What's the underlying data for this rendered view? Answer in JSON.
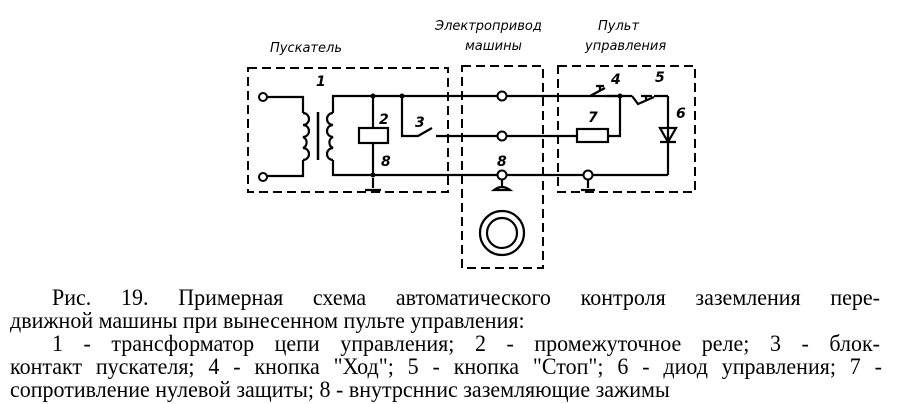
{
  "diagram": {
    "blocks": {
      "starter": "Пускатель",
      "drive_line1": "Электропривод",
      "drive_line2": "машины",
      "panel_line1": "Пульт",
      "panel_line2": "управления"
    },
    "labels": {
      "transformer": "1",
      "relay": "2",
      "contact": "3",
      "button_go": "4",
      "button_stop": "5",
      "diode": "6",
      "resistor": "7",
      "ground_left": "8",
      "ground_mid": "8"
    }
  },
  "caption": {
    "title_line1": "Рис. 19. Примерная схема автоматического контроля заземления пере-",
    "title_line2": "движной машины при вынесенном пульте управления:",
    "legend_line1": "1 - трансформатор цепи управления; 2 - промежуточное реле; 3 - блок-",
    "legend_line2": "контакт пускателя; 4 - кнопка \"Ход\"; 5 - кнопка \"Стоп\"; 6 - диод управления; 7 -",
    "legend_line3": "сопротивление нулевой защиты; 8 - внутрсннис заземляющие зажимы"
  }
}
